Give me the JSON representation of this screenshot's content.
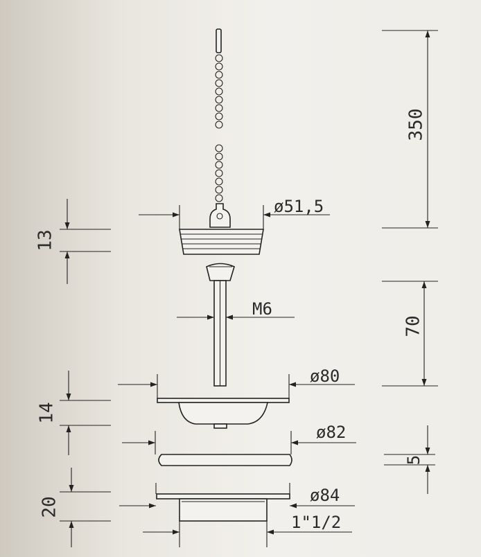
{
  "diagram": {
    "title": "",
    "components": [
      "chain",
      "plug",
      "screw",
      "strainer",
      "gasket",
      "outlet-body"
    ],
    "dimensions": {
      "chain_length": "350",
      "plug_diameter": "ø51,5",
      "plug_height": "13",
      "screw_length": "70",
      "screw_thread": "M6",
      "strainer_diameter": "ø80",
      "strainer_height": "14",
      "gasket_diameter": "ø82",
      "gasket_thickness": "5",
      "outlet_diameter": "ø84",
      "outlet_height": "20",
      "outlet_thread": "1\"1/2"
    }
  }
}
